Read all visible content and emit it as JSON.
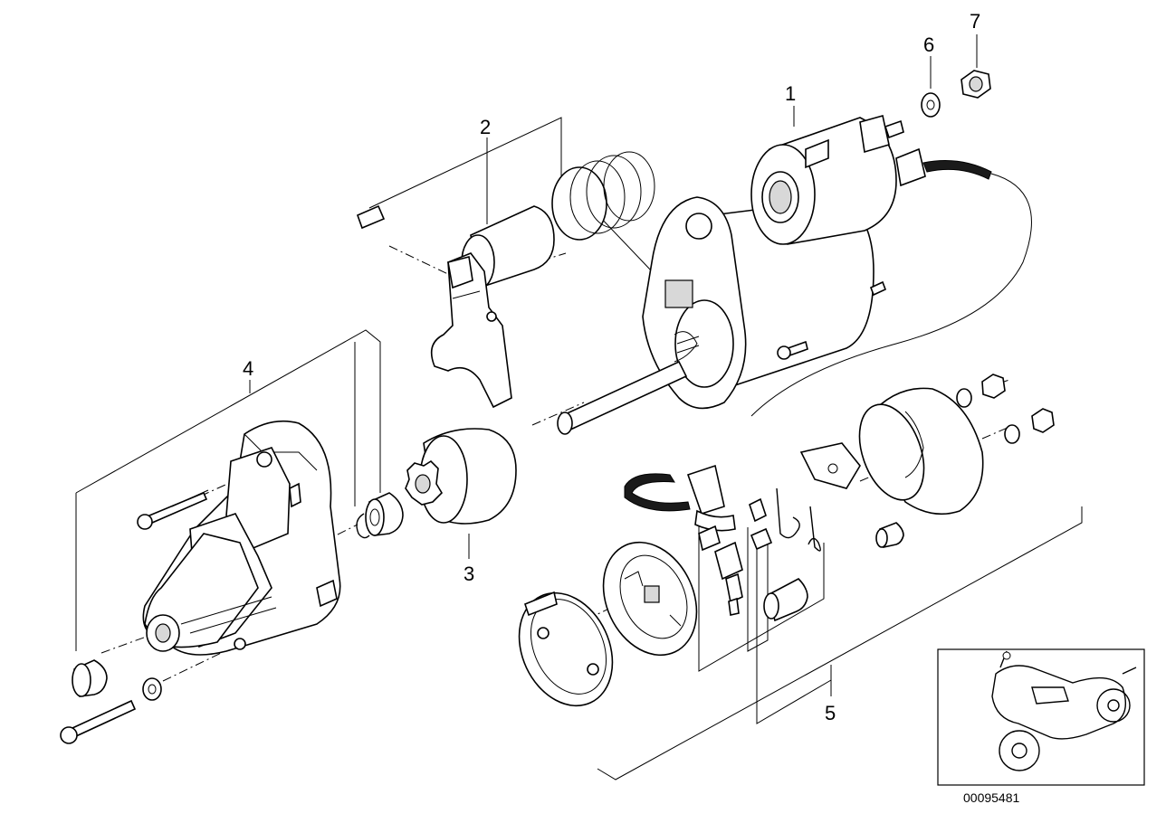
{
  "diagram": {
    "catalog_number": "00095481",
    "parts": [
      {
        "number": "1"
      },
      {
        "number": "2"
      },
      {
        "number": "3"
      },
      {
        "number": "4"
      },
      {
        "number": "5"
      },
      {
        "number": "6"
      },
      {
        "number": "7"
      }
    ]
  }
}
